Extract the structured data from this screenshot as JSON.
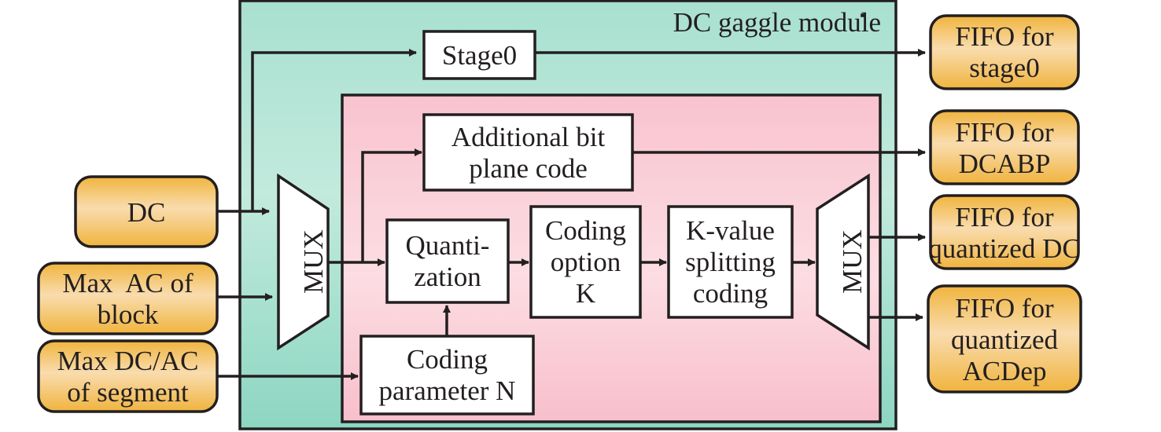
{
  "module": {
    "title": "DC gaggle module",
    "colors": {
      "outer_fill_top": "#a8e0cf",
      "outer_fill_mid": "#bfe9dc",
      "outer_fill_bottom": "#8cd6c1",
      "inner_fill_top": "#f8c3cf",
      "inner_fill_mid": "#fcdde3",
      "inner_fill_bottom": "#f8bfcb",
      "io_fill_dark": "#f0b43e",
      "io_fill_light": "#f9dcae",
      "stroke": "#231f20"
    }
  },
  "inputs": [
    {
      "id": "dc",
      "lines": [
        "DC"
      ]
    },
    {
      "id": "max-ac-block",
      "lines": [
        "Max  AC of",
        "block"
      ]
    },
    {
      "id": "max-dcac-segment",
      "lines": [
        "Max DC/AC",
        "of segment"
      ]
    }
  ],
  "outputs": [
    {
      "id": "fifo-stage0",
      "lines": [
        "FIFO for",
        "stage0"
      ]
    },
    {
      "id": "fifo-dcabp",
      "lines": [
        "FIFO for",
        "DCABP"
      ]
    },
    {
      "id": "fifo-quantized-dc",
      "lines": [
        "FIFO for",
        "quantized DC"
      ]
    },
    {
      "id": "fifo-quantized-acdep",
      "lines": [
        "FIFO for",
        "quantized",
        "ACDep"
      ]
    }
  ],
  "blocks": {
    "stage0": {
      "lines": [
        "Stage0"
      ]
    },
    "additional_bit_plane": {
      "lines": [
        "Additional bit",
        "plane code"
      ]
    },
    "quantization": {
      "lines": [
        "Quanti-",
        "zation"
      ]
    },
    "coding_option_k": {
      "lines": [
        "Coding",
        "option",
        "K"
      ]
    },
    "k_value_splitting": {
      "lines": [
        "K-value",
        "splitting",
        "coding"
      ]
    },
    "coding_parameter_n": {
      "lines": [
        "Coding",
        "parameter N"
      ]
    },
    "mux_in": {
      "label": "MUX"
    },
    "mux_out": {
      "label": "MUX"
    }
  }
}
